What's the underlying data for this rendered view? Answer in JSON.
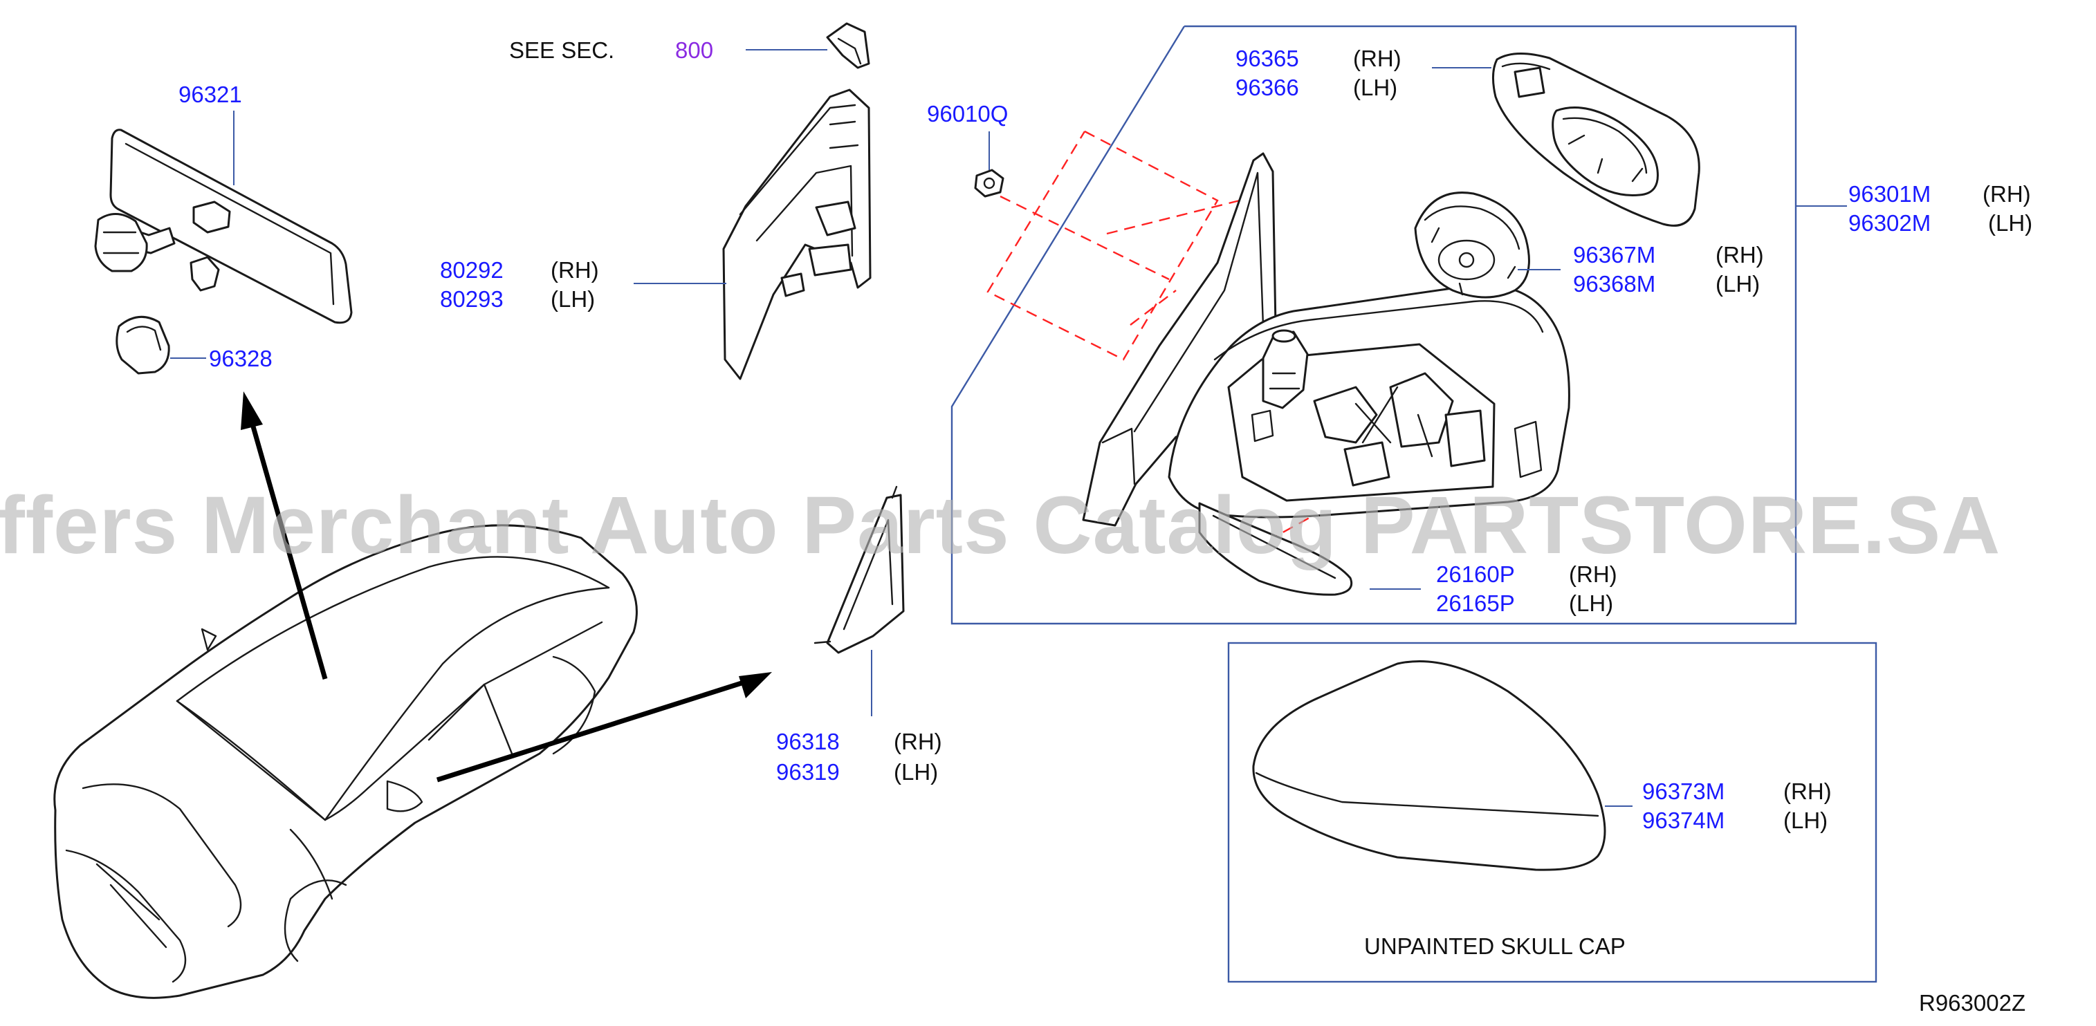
{
  "see_section": {
    "prefix": "SEE   SEC.",
    "number": "800"
  },
  "parts": {
    "p96321": "96321",
    "p96328": "96328",
    "p80292": "80292",
    "p80293": "80293",
    "p96010q": "96010Q",
    "p96365": "96365",
    "p96366": "96366",
    "p96367m": "96367M",
    "p96368m": "96368M",
    "p96301m": "96301M",
    "p96302m": "96302M",
    "p26160p": "26160P",
    "p26165p": "26165P",
    "p96318": "96318",
    "p96319": "96319",
    "p96373m": "96373M",
    "p96374m": "96374M"
  },
  "side": {
    "rh": "(RH)",
    "lh": "(LH)"
  },
  "skull_cap_caption": "UNPAINTED   SKULL   CAP",
  "diagram_code": "R963002Z",
  "watermark": "Offers Merchant Auto Parts Catalog PARTSTORE.SA",
  "colors": {
    "part_number": "#1a1aff",
    "section_ref": "#8a2be2",
    "leader": "#3c5aa6",
    "dashed": "#ff2222"
  }
}
